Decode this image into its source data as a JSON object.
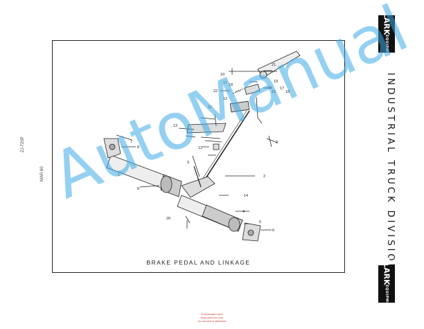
{
  "figure": {
    "caption": "BRAKE PEDAL AND LINKAGE",
    "callouts": [
      "21",
      "10",
      "19",
      "17",
      "18",
      "16",
      "15",
      "22",
      "17",
      "18",
      "12",
      "11",
      "13",
      "14",
      "12",
      "3",
      "7",
      "8",
      "1",
      "9",
      "2",
      "4",
      "5",
      "6",
      "20",
      "3"
    ]
  },
  "left_margin": {
    "code": "ZJ-720P",
    "date": "MAR 60"
  },
  "brand": {
    "name": "CLARK",
    "sub": "EQUIPMENT",
    "division": "INDUSTRIAL TRUCK DIVISION"
  },
  "watermark": "AutoManual",
  "footer": {
    "line1": "Downloaded from",
    "line2": "Manuals4You.com",
    "line3": "Do not sell or distribute"
  }
}
